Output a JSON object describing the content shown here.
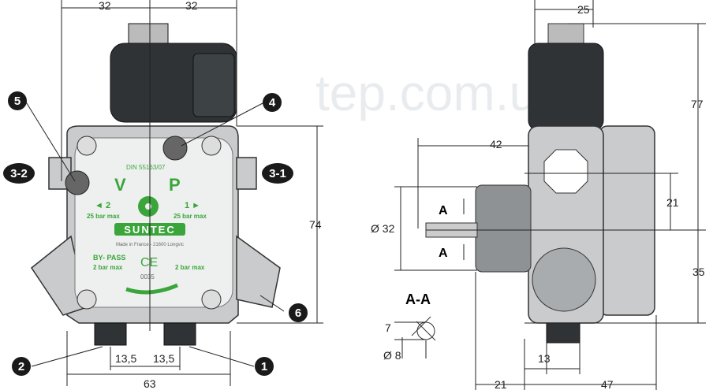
{
  "front_view": {
    "plate": {
      "standard": "DIN 55163/07",
      "v_label": "V",
      "p_label": "P",
      "port2": "◄ 2",
      "port2_rating": "25 bar max",
      "port1": "1 ►",
      "port1_rating": "25 bar max",
      "brand": "SUNTEC",
      "origin": "Made in France - 21600 Longvic",
      "bypass": "BY- PASS",
      "bypass_rating": "2 bar max",
      "right_rating": "2 bar max",
      "ce_mark": "CE",
      "ce_number": "0035"
    },
    "callouts": [
      "5",
      "4",
      "3-2",
      "3-1",
      "6",
      "2",
      "1"
    ],
    "dimensions": {
      "top_left": "32",
      "top_right": "32",
      "height": "74",
      "bottom_left": "13,5",
      "bottom_right": "13,5",
      "width": "63"
    }
  },
  "side_view": {
    "dimensions": {
      "top": "25",
      "solenoid_height": "77",
      "shaft_offset": "42",
      "port_height": "21",
      "shaft_diameter": "Ø 32",
      "bottom_height": "35",
      "foot": "13",
      "left_width": "21",
      "right_width": "47"
    },
    "section_marker": "A",
    "section_title": "A-A",
    "section_dims": {
      "flat": "7",
      "diameter": "Ø 8"
    }
  },
  "watermark": "tep.com.ua",
  "colors": {
    "green": "#3aa53a",
    "callout": "#1a1a1a"
  }
}
